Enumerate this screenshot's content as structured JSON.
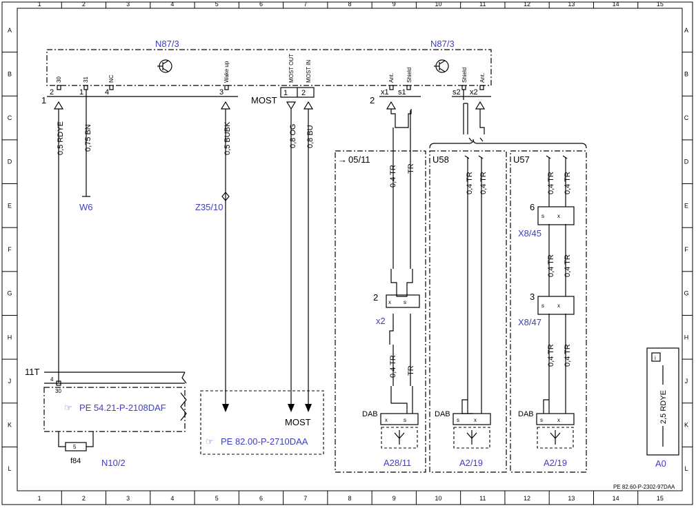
{
  "grid": {
    "columns": [
      "1",
      "2",
      "3",
      "4",
      "5",
      "6",
      "7",
      "8",
      "9",
      "10",
      "11",
      "12",
      "13",
      "14",
      "15"
    ],
    "rows": [
      "A",
      "B",
      "C",
      "D",
      "E",
      "F",
      "G",
      "H",
      "J",
      "K",
      "L"
    ]
  },
  "components": {
    "n87_3_left": "N87/3",
    "n87_3_right": "N87/3",
    "w6": "W6",
    "z35_10": "Z35/10",
    "sec_05_11": "05/11",
    "u58": "U58",
    "u57": "U57",
    "x2": "x2",
    "x8_45": "X8/45",
    "x8_47": "X8/47",
    "a28_11": "A28/11",
    "a2_19_a": "A2/19",
    "a2_19_b": "A2/19",
    "n10_2": "N10/2",
    "a0": "A0",
    "f84": "f84",
    "t11": "11T",
    "most": "MOST",
    "most_conn": "MOST",
    "dab1": "DAB",
    "dab2": "DAB",
    "dab3": "DAB"
  },
  "pins": {
    "p30": "30",
    "p31": "31",
    "pnc": "NC",
    "pwake": "Wake up",
    "pmostout": "MOST OUT",
    "pmostin": "MOST IN",
    "pant1": "Ant.",
    "pshield1": "Shield",
    "pshield2": "Shield",
    "pant2": "Ant.",
    "n2": "2",
    "n1": "1",
    "n4": "4",
    "n3": "3",
    "c1": "1",
    "c2": "2",
    "x1": "x1",
    "s1": "s1",
    "s2": "s2",
    "x2p": "x2",
    "ref1": "1",
    "ref2": "2",
    "ref2b": "2",
    "ref6": "6",
    "ref3": "3",
    "j4": "4",
    "j30": "30",
    "f5": "5"
  },
  "wires": {
    "w1": "0,5 RDYE",
    "w2": "0,75 BN",
    "w3": "0,5 BUBK",
    "w4": "0,8 OG",
    "w5": "0,8 BU",
    "tr1": "0,4 TR",
    "tr2": "TR",
    "tr3": "0,4 TR",
    "tr4": "TR",
    "u58a": "0,4 TR",
    "u58b": "0,4 TR",
    "u57a": "0,4 TR",
    "u57b": "0,4 TR",
    "u57c": "0,4 TR",
    "u57d": "0,4 TR",
    "u57e": "0,4 TR",
    "u57f": "0,4 TR",
    "a0w": "2,5 RDYE"
  },
  "refs": {
    "pe1": "PE 54.21-P-2108DAF",
    "pe2": "PE 82.00-P-2710DAA",
    "doc": "PE 82.60-P-2302-97DAA"
  }
}
